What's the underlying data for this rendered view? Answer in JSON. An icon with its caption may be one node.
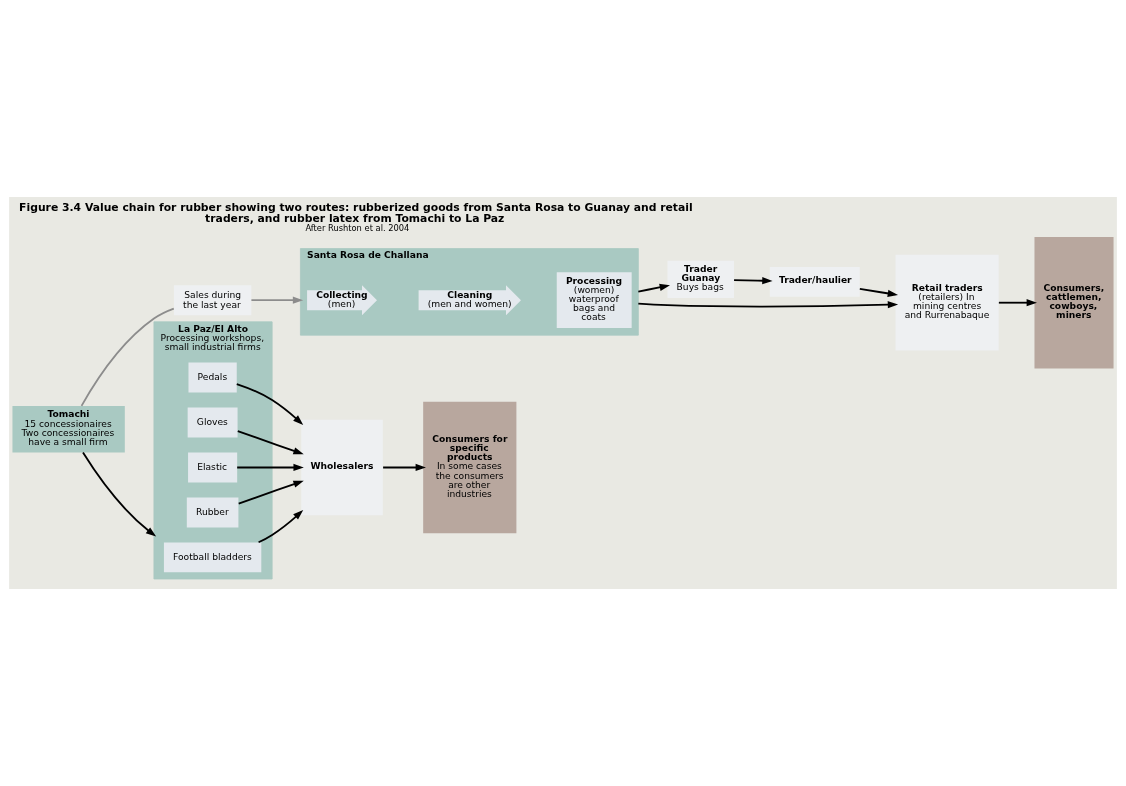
{
  "diagram": {
    "title": "Figure 3.4 Value chain for rubber showing two routes: rubberized goods from Santa Rosa to Guanay and retail traders, and rubber latex from Tomachi to La Paz",
    "caption": "After Rushton et al. 2004",
    "nodes": [
      {
        "text": [
          "Santa Rosa de Challana"
        ]
      },
      {
        "text": [
          "Collecting",
          "(men)"
        ],
        "in": 0
      },
      {
        "text": [
          "Cleaning",
          "(men and women)"
        ],
        "in": 0
      },
      {
        "text": [
          "Processing",
          "(women) waterproof bags and coats"
        ],
        "in": 0
      },
      {
        "text": [
          "Trader Guanay",
          "Buys bags"
        ]
      },
      {
        "text": [
          "Trader/haulier"
        ]
      },
      {
        "text": [
          "Retail traders",
          "(retailers) In mining centres and Rurrenabaque"
        ]
      },
      {
        "text": [
          "Consumers, cattlemen, cowboys, miners"
        ]
      },
      {
        "text": [
          "Sales during the last year"
        ]
      },
      {
        "text": [
          "Tomachi",
          "15 concessionaires",
          "Two concessionaires have a small firm"
        ]
      },
      {
        "text": [
          "La Paz/El Alto",
          "Processing workshops, small industrial firms"
        ]
      },
      {
        "text": [
          "Football bladders"
        ],
        "in": 10
      },
      {
        "text": [
          "Rubber"
        ],
        "in": 10
      },
      {
        "text": [
          "Elastic"
        ],
        "in": 10
      },
      {
        "text": [
          "Gloves"
        ],
        "in": 10
      },
      {
        "text": [
          "Pedals"
        ],
        "in": 10
      },
      {
        "text": [
          "Wholesalers"
        ]
      },
      {
        "text": [
          "Consumers for specific products",
          "In some cases the consumers are other industries"
        ]
      }
    ],
    "edges": [
      {
        "from": 0,
        "to": 6,
        "arrow": "to"
      },
      {
        "from": 0,
        "to": 4,
        "arrow": "to"
      },
      {
        "from": 4,
        "to": 5,
        "arrow": "to"
      },
      {
        "from": 5,
        "to": 6,
        "arrow": "to"
      },
      {
        "from": 6,
        "to": 7,
        "arrow": "to"
      },
      {
        "from": 9,
        "to": 8,
        "arrow": "none",
        "color": "#8c8c8c"
      },
      {
        "from": 8,
        "to": 0,
        "arrow": "to",
        "color": "#8c8c8c"
      },
      {
        "from": 9,
        "to": 10,
        "arrow": "to"
      },
      {
        "from": 11,
        "to": 16,
        "arrow": "to"
      },
      {
        "from": 12,
        "to": 16,
        "arrow": "to"
      },
      {
        "from": 13,
        "to": 16,
        "arrow": "to"
      },
      {
        "from": 14,
        "to": 16,
        "arrow": "to"
      },
      {
        "from": 15,
        "to": 16,
        "arrow": "to"
      },
      {
        "from": 16,
        "to": 17,
        "arrow": "to"
      }
    ]
  }
}
